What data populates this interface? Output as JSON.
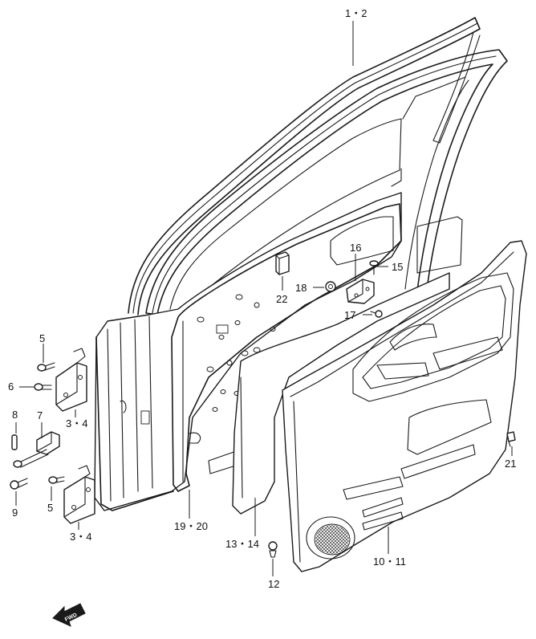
{
  "diagram": {
    "callouts": [
      {
        "id": "c-1-2",
        "text": "1・2"
      },
      {
        "id": "c-16",
        "text": "16"
      },
      {
        "id": "c-15",
        "text": "15"
      },
      {
        "id": "c-18",
        "text": "18"
      },
      {
        "id": "c-22",
        "text": "22"
      },
      {
        "id": "c-17",
        "text": "17"
      },
      {
        "id": "c-5a",
        "text": "5"
      },
      {
        "id": "c-6",
        "text": "6"
      },
      {
        "id": "c-3-4a",
        "text": "3・4"
      },
      {
        "id": "c-8",
        "text": "8"
      },
      {
        "id": "c-7",
        "text": "7"
      },
      {
        "id": "c-9",
        "text": "9"
      },
      {
        "id": "c-5b",
        "text": "5"
      },
      {
        "id": "c-3-4b",
        "text": "3・4"
      },
      {
        "id": "c-19-20",
        "text": "19・20"
      },
      {
        "id": "c-13-14",
        "text": "13・14"
      },
      {
        "id": "c-10-11",
        "text": "10・11"
      },
      {
        "id": "c-12",
        "text": "12"
      },
      {
        "id": "c-21",
        "text": "21"
      }
    ],
    "fwd_label": "FWD"
  }
}
